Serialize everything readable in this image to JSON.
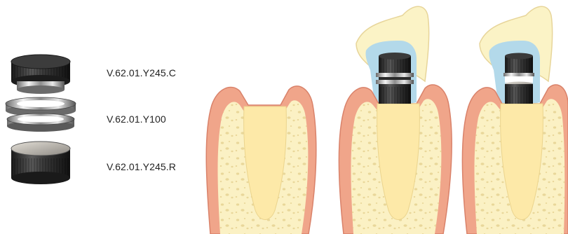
{
  "parts": [
    {
      "id": "cap",
      "code": "V.62.01.Y245.C",
      "icon": "knurled-cap-icon"
    },
    {
      "id": "ring",
      "code": "V.62.01.Y100",
      "icon": "double-ring-icon"
    },
    {
      "id": "retainer",
      "code": "V.62.01.Y245.R",
      "icon": "knurled-retainer-icon"
    }
  ],
  "colors": {
    "gum": "#f0a58a",
    "gum_edge": "#d9826a",
    "bone": "#fbf1c4",
    "bone_pore": "#e9d79a",
    "root_canal": "#fde9a8",
    "crown": "#fbf3c6",
    "crown_edge": "#e7d59a",
    "cement": "#b3d9ea",
    "attachment_dark": "#2c2c2c",
    "metal_light": "#d8d8d8",
    "background": "#ffffff"
  },
  "illustrations": [
    {
      "id": "prepared-root",
      "icon": "tooth-root-cross-section-icon"
    },
    {
      "id": "attachment-ring-seated",
      "icon": "tooth-with-ring-attachment-icon"
    },
    {
      "id": "attachment-retainer-seated",
      "icon": "tooth-with-retainer-attachment-icon"
    }
  ]
}
